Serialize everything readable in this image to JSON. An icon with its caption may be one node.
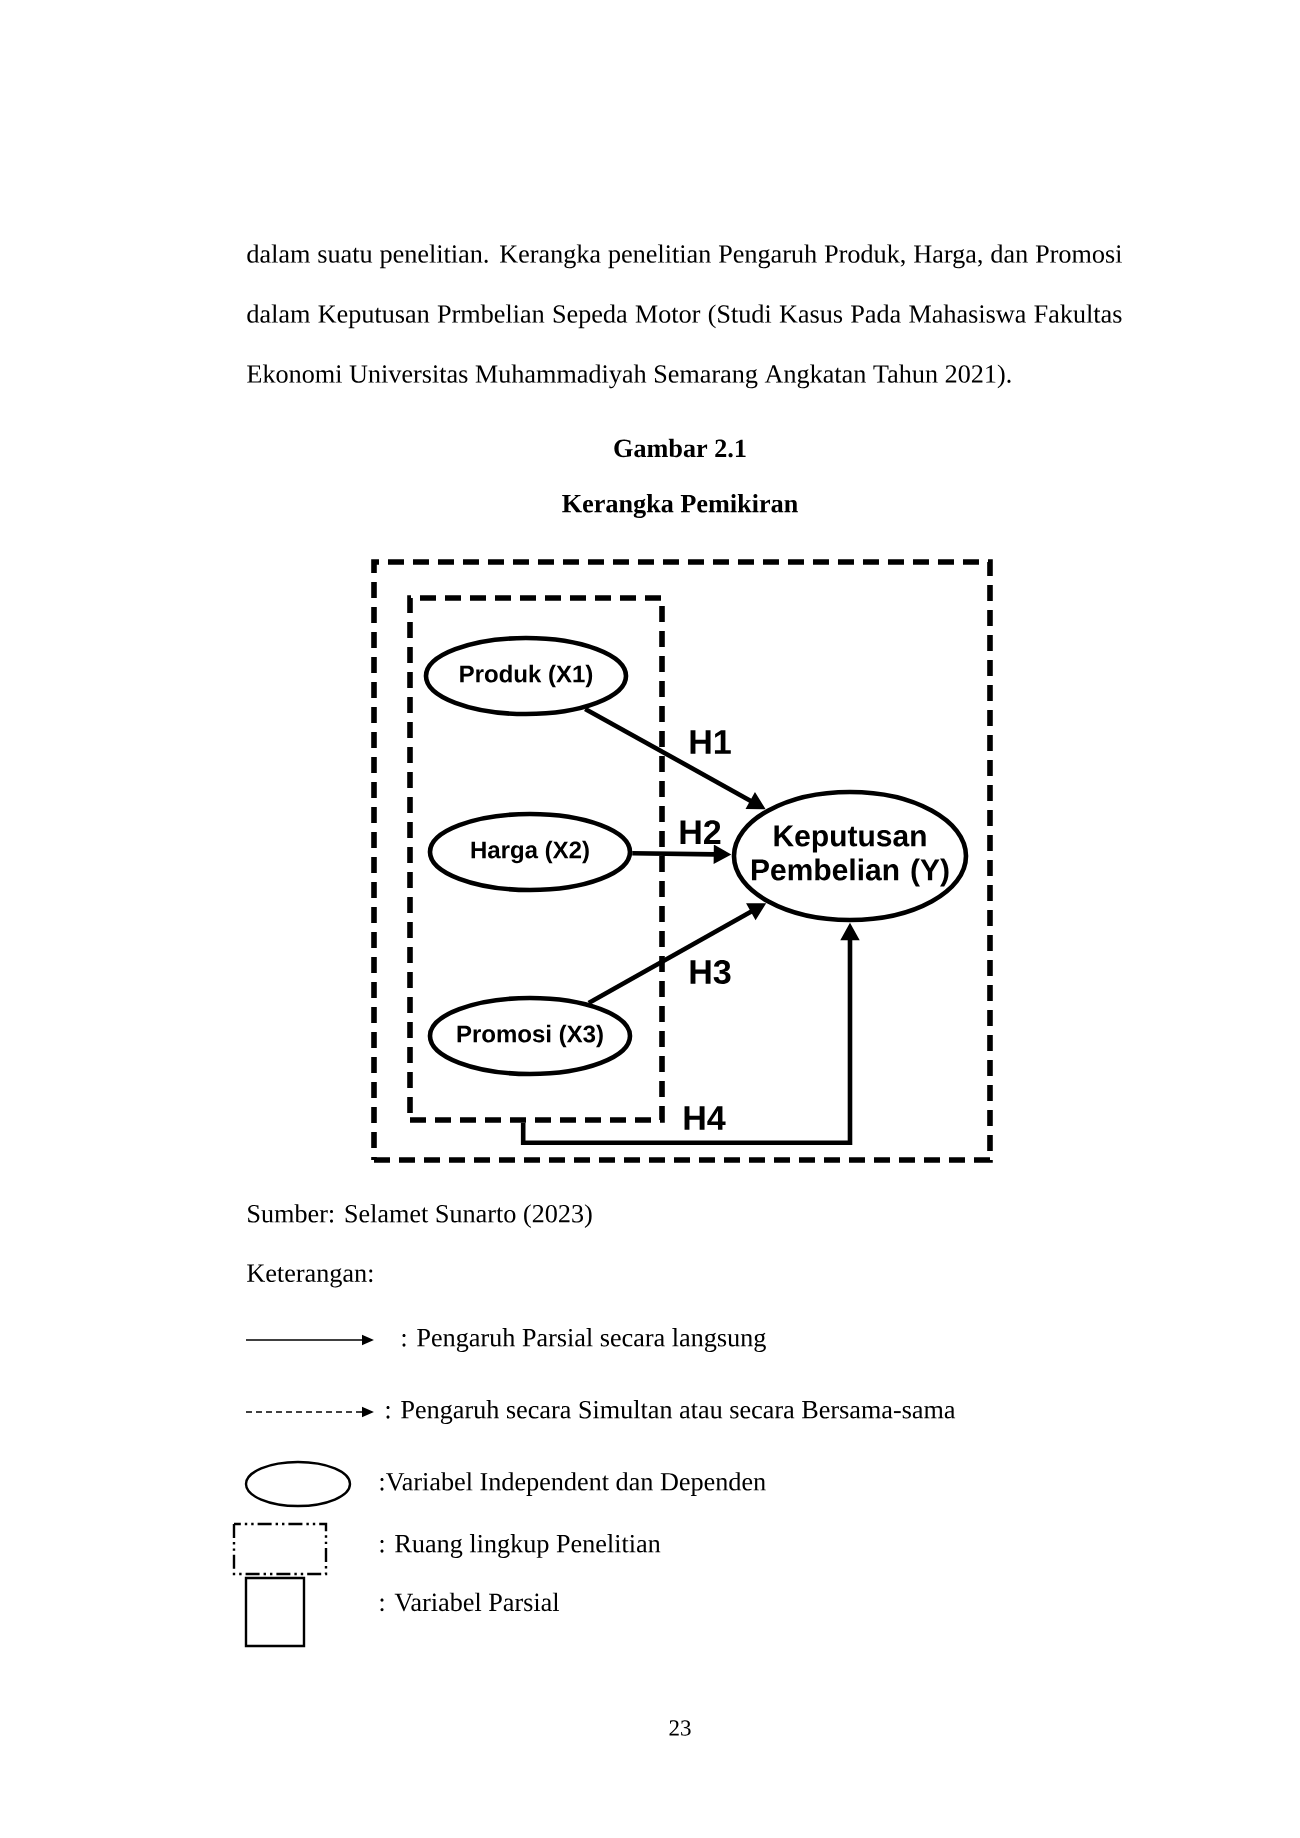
{
  "diagram": {
    "title": "Kerangka Pemikiran",
    "caption": "Sumber: Selamet Sunarto (2023)",
    "nodes": [
      {
        "text": [],
        "shape": "box"
      },
      {
        "text": [],
        "shape": "box",
        "in": 0
      },
      {
        "text": [
          "Produk (X1)"
        ],
        "in": 1
      },
      {
        "text": [
          "Harga (X2)"
        ],
        "in": 1
      },
      {
        "text": [
          "Promosi (X3)"
        ],
        "in": 1
      },
      {
        "text": [
          "Keputusan Pembelian (Y)"
        ],
        "in": 0
      }
    ],
    "edges": [
      {
        "from": 2,
        "to": 5,
        "arrow": "to",
        "label": "H1"
      },
      {
        "from": 3,
        "to": 5,
        "arrow": "to",
        "label": "H2"
      },
      {
        "from": 4,
        "to": 5,
        "arrow": "to",
        "label": "H3"
      },
      {
        "from": 1,
        "to": 5,
        "arrow": "to",
        "label": "H4"
      }
    ],
    "labels": [
      "dalam suatu penelitian. Kerangka penelitian Pengaruh Produk, Harga, dan Promosi dalam Keputusan Prmbelian Sepeda Motor (Studi Kasus Pada Mahasiswa Fakultas Ekonomi Universitas Muhammadiyah Semarang Angkatan Tahun 2021).",
      "Gambar 2.1",
      "Keterangan:",
      "23"
    ],
    "legend": [
      {
        "text": ": Pengaruh Parsial secara langsung"
      },
      {
        "text": ": Pengaruh secara Simultan atau secara Bersama-sama"
      },
      {
        "text": ":Variabel Independent dan Dependen"
      },
      {
        "text": ": Ruang lingkup Penelitian"
      },
      {
        "text": ": Variabel Parsial"
      }
    ]
  }
}
